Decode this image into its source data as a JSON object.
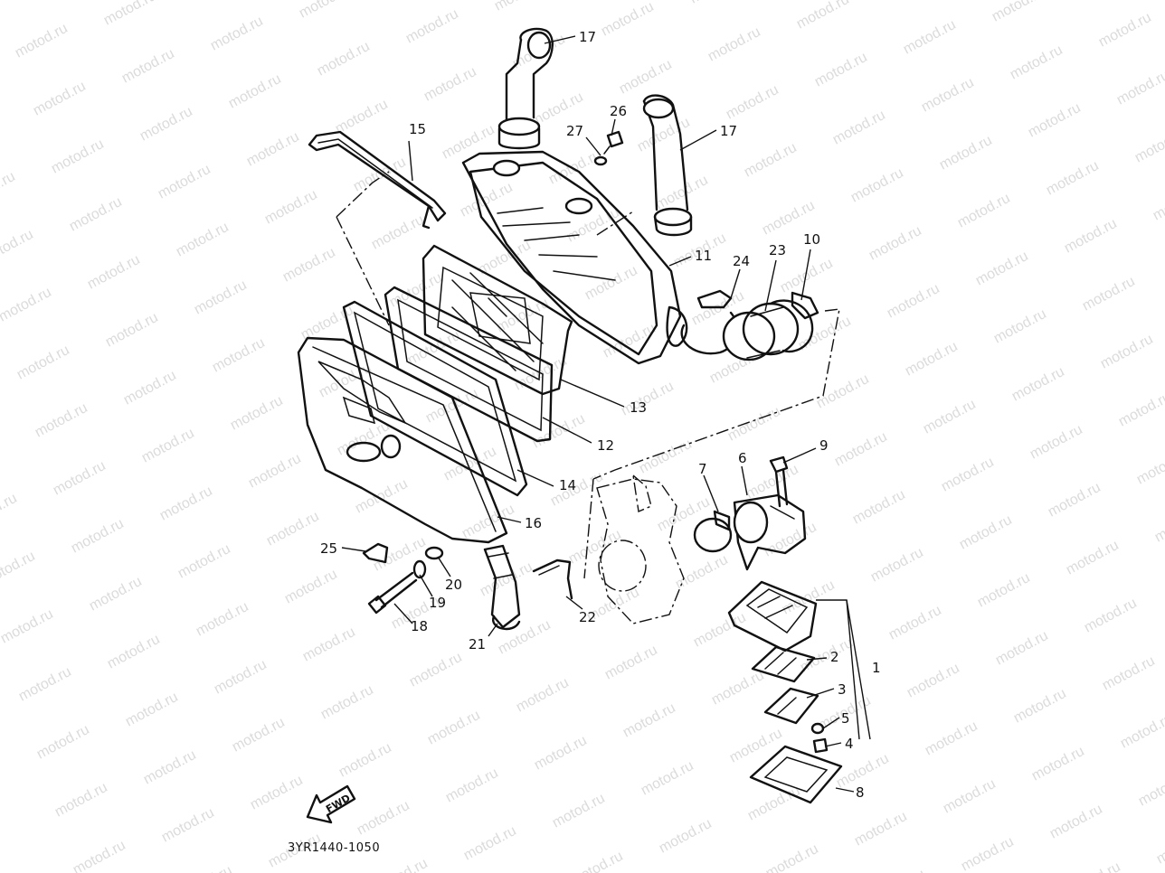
{
  "watermark": "motod.ru",
  "drawing_code": "3YR1440-1050",
  "direction_label": "FWD",
  "callouts": [
    "17",
    "17",
    "26",
    "27",
    "15",
    "11",
    "24",
    "23",
    "10",
    "13",
    "12",
    "14",
    "16",
    "9",
    "6",
    "7",
    "25",
    "20",
    "19",
    "18",
    "21",
    "22",
    "2",
    "1",
    "3",
    "5",
    "4",
    "8"
  ],
  "parts": [
    "intake-hose-upper-left",
    "intake-hose-upper-right",
    "bolt-26",
    "washer-27",
    "pipe-15",
    "air-filter-case-body",
    "clamp-24",
    "joint-23",
    "clamp-10",
    "filter-element-13",
    "gasket-12",
    "gasket-14",
    "case-cap-16",
    "bolt-9",
    "joint-6",
    "clamp-7",
    "bracket-25",
    "washer-20",
    "washer-19",
    "bolt-18",
    "drain-hose-21",
    "hose-22",
    "reed-plate-2",
    "reed-valve-assembly-1",
    "stopper-3",
    "washer-5",
    "screw-4",
    "gasket-8",
    "carburetor-outline"
  ]
}
